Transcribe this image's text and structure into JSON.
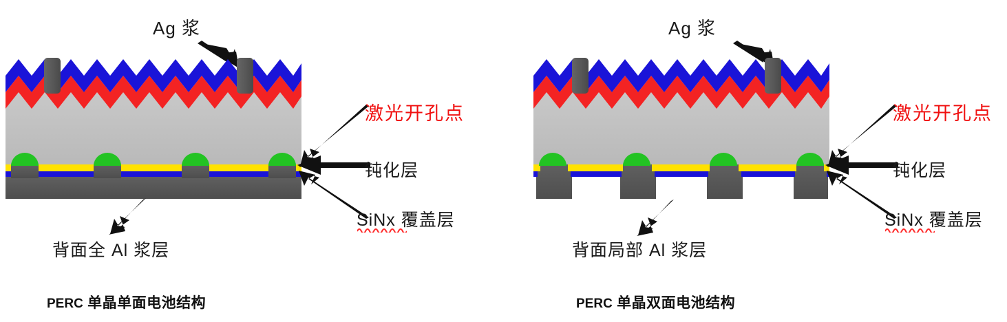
{
  "panels": [
    {
      "id": "monofacial",
      "caption_latin": "PERC",
      "caption_cn": "单晶单面电池结构",
      "top_label": "Ag 浆",
      "bottom_label": "背面全 Al 浆层",
      "labels": {
        "laser": "激光开孔点",
        "passivation": "钝化层",
        "sinx_latin": "SiNx",
        "sinx_cn": "覆盖层"
      },
      "back_type": "full",
      "ag_fingers": 2,
      "laser_contacts": 4,
      "texture_peaks": 11
    },
    {
      "id": "bifacial",
      "caption_latin": "PERC",
      "caption_cn": "单晶双面电池结构",
      "top_label": "Ag 浆",
      "bottom_label": "背面局部 Al 浆层",
      "labels": {
        "laser": "激光开孔点",
        "passivation": "钝化层",
        "sinx_latin": "SiNx",
        "sinx_cn": "覆盖层"
      },
      "back_type": "local",
      "ag_fingers": 2,
      "laser_contacts": 4,
      "texture_peaks": 11
    }
  ],
  "colors": {
    "arc_blue": "#1a14d8",
    "emitter_red": "#f32323",
    "silicon_gray": "#c2c2c2",
    "laser_green": "#23c323",
    "passivation_yellow": "#ffe200",
    "sinx_blue": "#1a14d8",
    "metal_gray": "#585858",
    "label_red": "#f01010",
    "text_black": "#1a1a1a",
    "background": "#ffffff"
  }
}
